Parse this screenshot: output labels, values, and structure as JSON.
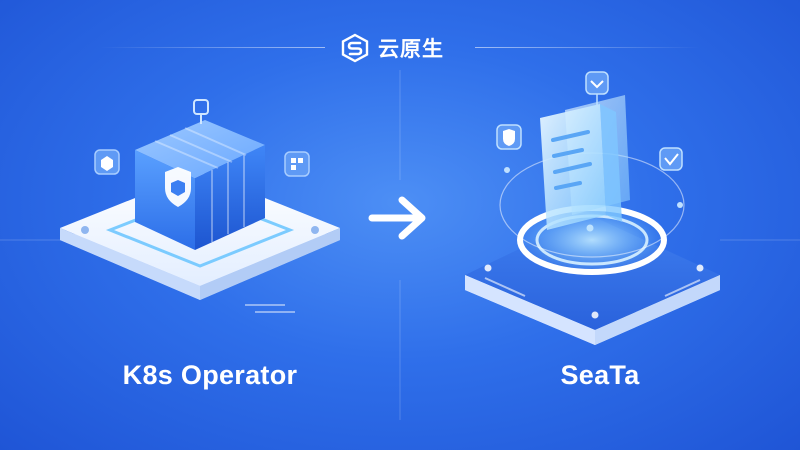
{
  "header": {
    "brand_text": "云原生",
    "brand_icon": "hexagon-s-logo-icon"
  },
  "left_item": {
    "label": "K8s Operator",
    "icon": "shipping-container-icon"
  },
  "right_item": {
    "label": "SeaTa",
    "icon": "document-stack-icon"
  },
  "connector": {
    "icon": "arrow-right-icon"
  },
  "colors": {
    "background": "#2f6fea",
    "accent_dark": "#1f55d6",
    "surface": "#ffffff",
    "glow": "#7fd0ff"
  }
}
